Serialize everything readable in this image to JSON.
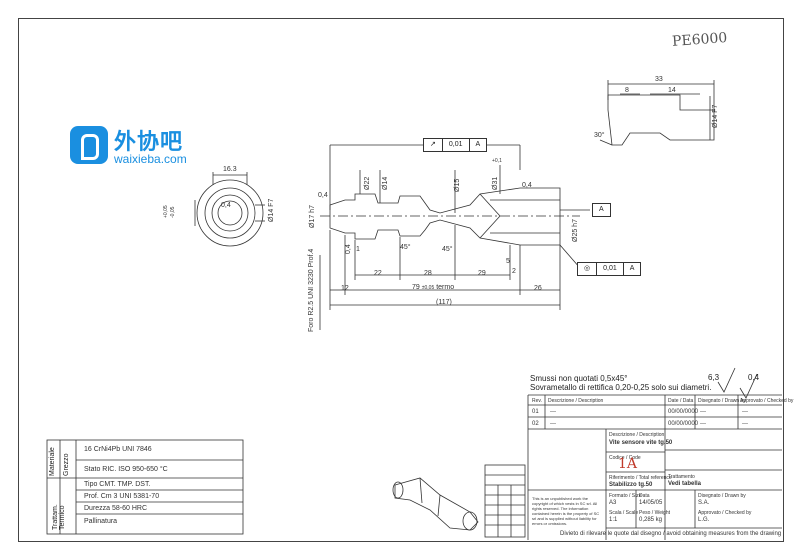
{
  "handcode": "PE6000",
  "logo": {
    "cn_text": "外协吧",
    "url": "waixieba.com"
  },
  "detail_view": {
    "dim_top": "33",
    "dim_a": "8",
    "dim_b": "14",
    "angle": "30°",
    "dia": "Ø14 F7"
  },
  "section_view": {
    "width": "16.3",
    "dia_f7": "Ø14 F7",
    "chamfer": "0,4",
    "tol_upper": "+0,05",
    "tol_lower": "-0,05"
  },
  "main_view": {
    "runout_symbol": "↗",
    "runout_value": "0,01",
    "runout_ref": "A",
    "concentricity_symbol": "◎",
    "concentricity_value": "0,01",
    "concentricity_ref": "A",
    "datum": "A",
    "diameters": [
      "Ø17 h7",
      "Ø22",
      "Ø14",
      "Ø15",
      "Ø31",
      "Ø25 h7"
    ],
    "angles": [
      "45°",
      "45°"
    ],
    "chamfers": [
      "0,4",
      "0,4",
      "0,4"
    ],
    "lengths": [
      "22",
      "28",
      "29",
      "5",
      "2",
      "1"
    ],
    "overall_a": "12",
    "overall_b": "79",
    "overall_b_tol": "±0,05",
    "overall_b_label": "termo",
    "overall_c": "26",
    "overall_total": "(117)",
    "thread_label": "Foro R2.5 UNI 3230 Prof.4",
    "tol_31": "+0,1",
    "sign_1": "1"
  },
  "notes": {
    "line1": "Smussi non quotati 0,5x45°",
    "line2": "Sovrametallo di rettifica 0,20-0,25 solo sui diametri.",
    "roughness_a": "6,3",
    "roughness_b": "0,4"
  },
  "material_table": {
    "group_material": "Materiale",
    "group_grezzo": "Grezzo",
    "group_trattam": "Trattam. Termico",
    "material": "16 CrNi4Pb UNI 7846",
    "stato": "Stato RIC. ISO 950-650 °C",
    "tipo": "Tipo CMT. TMP. DST.",
    "prof": "Prof. Cm 3 UNI 5381-70",
    "durezza": "Durezza 58-60 HRC",
    "finish": "Pallinatura"
  },
  "title_block": {
    "rev_header": "Rev.",
    "desc_header": "Descrizione / Description",
    "date_header": "Date / Data",
    "design_header": "Disegnato / Drawn by",
    "approved_header": "Approvato / Checked by",
    "rev_rows": [
      {
        "rev": "01",
        "desc": "---",
        "date": "00/00/0000",
        "drawn": "---",
        "checked": "---"
      },
      {
        "rev": "02",
        "desc": "---",
        "date": "00/00/0000",
        "drawn": "---",
        "checked": "---"
      }
    ],
    "desc_label": "Descrizione / Description",
    "desc_value": "Vite sensore vite tg.50",
    "code_label": "Codice / Code",
    "code_value": "1A",
    "treatment_label": "Trattamento",
    "treatment_value": "Vedi tabella",
    "ref_label": "Riferimento / Total reference",
    "ref_value": "Stabilizzo tg.50",
    "format_label": "Formato / Size",
    "format_value": "A3",
    "scale_label": "Scala / Scale",
    "scale_value": "1:1",
    "weight_label": "Peso / Weight",
    "weight_value": "0,285 kg",
    "date_label": "Data",
    "date_value": "14/05/05",
    "drawn_value": "S.A.",
    "checked_value": "L.G.",
    "footer": "Divieto di rilevare le quote dal disegno / avoid obtaining measures from the drawing",
    "legal": "This is an unpublished work the copyright of which vests in SC srl. All rights reserved. The information contained herein is the property of SC srl and is supplied without liability for errors or omissions."
  }
}
